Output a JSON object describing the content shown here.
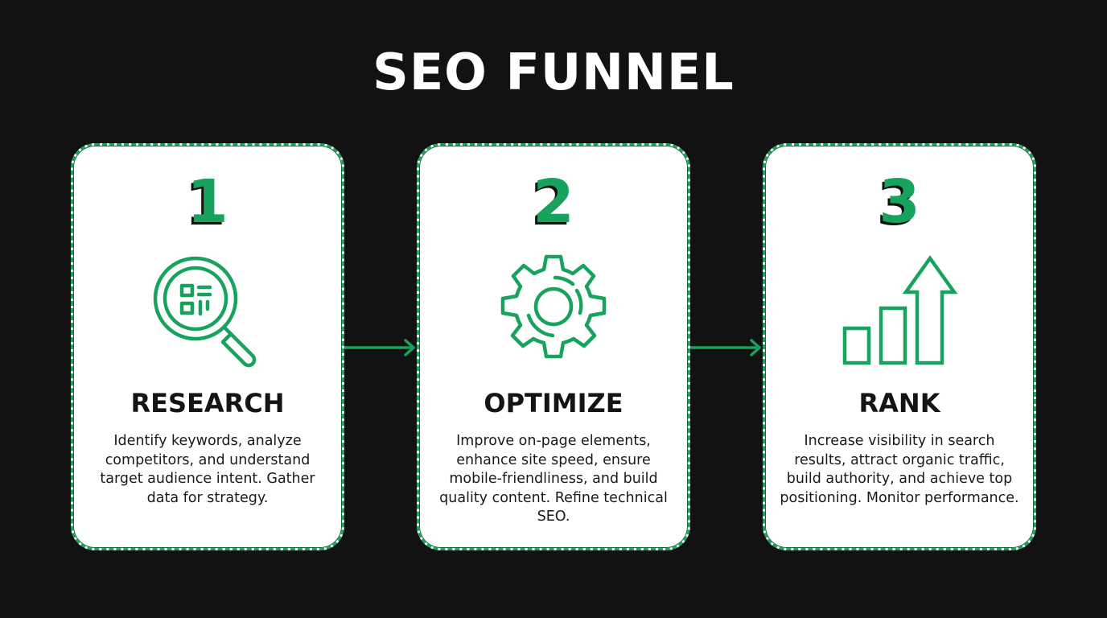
{
  "title": "SEO FUNNEL",
  "colors": {
    "background": "#121212",
    "accent_green": "#17a35d",
    "card_background": "#ffffff",
    "text_dark": "#141414",
    "title_text": "#ffffff"
  },
  "steps": [
    {
      "number": "1",
      "icon": "magnifying-glass-icon",
      "heading": "RESEARCH",
      "description": "Identify keywords, analyze competitors, and understand target audience intent. Gather data for strategy."
    },
    {
      "number": "2",
      "icon": "gear-icon",
      "heading": "OPTIMIZE",
      "description": "Improve on-page elements, enhance site speed, ensure mobile-friendliness, and build quality content. Refine technical SEO."
    },
    {
      "number": "3",
      "icon": "growth-chart-arrow-icon",
      "heading": "RANK",
      "description": "Increase visibility in search results, attract organic traffic, build authority, and achieve top positioning. Monitor performance."
    }
  ],
  "connectors": [
    {
      "from": "1",
      "to": "2",
      "icon": "arrow-right-icon"
    },
    {
      "from": "2",
      "to": "3",
      "icon": "arrow-right-icon"
    }
  ]
}
